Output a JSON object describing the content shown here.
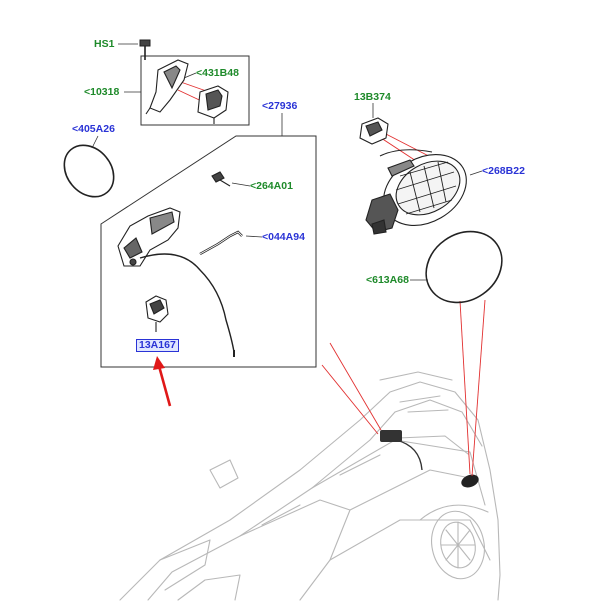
{
  "colors": {
    "callout_green": "#1e8a2a",
    "callout_blue": "#2a33d6",
    "leader_red": "#e23030",
    "arrow_red": "#e01818",
    "line_art": "#222222",
    "car_outline": "#b8b8b8"
  },
  "callouts": {
    "hs1": "HS1",
    "p10318": "<10318",
    "p431b48": "<431B48",
    "p27936": "<27936",
    "p405a26": "<405A26",
    "p264a01": "<264A01",
    "p044a94": "<044A94",
    "p13a167": "13A167",
    "p13b374": "13B374",
    "p268b22": "<268B22",
    "p613a68": "<613A68"
  },
  "highlighted_part": "13A167"
}
